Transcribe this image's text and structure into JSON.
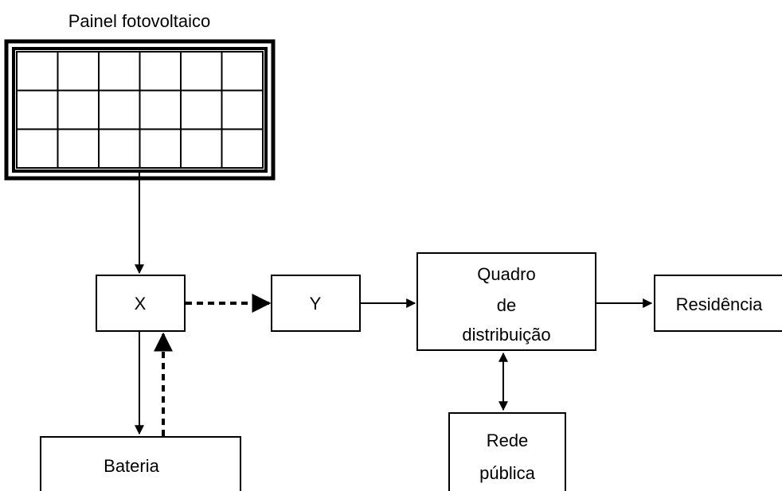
{
  "panel": {
    "title": "Painel fotovoltaico",
    "rows": 3,
    "cols": 6
  },
  "blocks": {
    "x": "X",
    "y": "Y",
    "quadro": [
      "Quadro",
      "de",
      "distribuição"
    ],
    "residencia": "Residência",
    "bateria": "Bateria",
    "rede": [
      "Rede",
      "pública"
    ]
  }
}
